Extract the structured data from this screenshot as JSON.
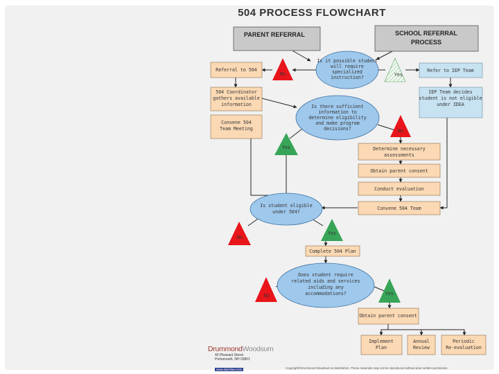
{
  "title": "504 PROCESS FLOWCHART",
  "headers": {
    "parent": "PARENT REFERRAL",
    "school": [
      "SCHOOL REFERRAL",
      "PROCESS"
    ]
  },
  "boxes": {
    "referral_504": [
      "Referral to 504"
    ],
    "coordinator": [
      "504 Coordinator",
      "gathers available",
      "information"
    ],
    "convene_team": [
      "Convene 504",
      "Team Meeting"
    ],
    "refer_iep": [
      "Refer to IEP Team"
    ],
    "iep_decides": [
      "IEP Team decides",
      "student is not eligible",
      "under IDEA"
    ],
    "assessments": [
      "Determine necessary",
      "assessments"
    ],
    "consent1": [
      "Obtain parent consent"
    ],
    "evaluation": [
      "Conduct evaluation"
    ],
    "convene_504": [
      "Convene 504 Team"
    ],
    "complete_plan": [
      "Complete 504 Plan"
    ],
    "consent2": [
      "Obtain parent consent"
    ],
    "implement": [
      "Implement",
      "Plan"
    ],
    "annual": [
      "Annual",
      "Review"
    ],
    "periodic": [
      "Periodic",
      "Re-evaluation"
    ]
  },
  "decisions": {
    "d1": [
      "Is it possible student",
      "will require",
      "specialized",
      "instruction?"
    ],
    "d2": [
      "Is there sufficient",
      "information to",
      "determine eligibility",
      "and make program",
      "decisions?"
    ],
    "d3": [
      "Is student eligible",
      "under 504?"
    ],
    "d4": [
      "Does student require",
      "related aids and services",
      "including any",
      "accommodations?"
    ]
  },
  "labels": {
    "yes": "Yes",
    "no": "No"
  },
  "colors": {
    "orange_box": "#fbd9b4",
    "blue_oval": "#9ec8ec",
    "green": "#38a457",
    "red": "#e8151b",
    "blue_box": "#c7e2f1",
    "gray_header": "#c9c9c9",
    "line": "#222222"
  },
  "footer": {
    "brand_a": "Drummond",
    "brand_b": "Woodsum",
    "address": [
      "40 Pleasant Street",
      "Portsmouth, NH 03801"
    ],
    "url": "www.dwmlaw.com",
    "copyright": "Copyright©Drummond Woodsum & MacMahon. These materials may not be reproduced without prior written permission."
  }
}
